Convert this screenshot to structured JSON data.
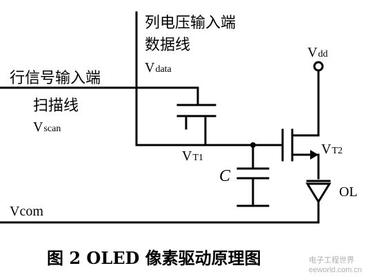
{
  "column_line": {
    "title_line1": "列电压输入端",
    "title_line2": "数据线",
    "v_main": "V",
    "v_sub": "data"
  },
  "row_line": {
    "title_line1": "行信号输入端",
    "title_line2": "扫描线",
    "v_main": "V",
    "v_sub": "scan"
  },
  "vdd": {
    "main": "V",
    "sub": "dd"
  },
  "t1": {
    "main": "V",
    "sub": "T1"
  },
  "t2": {
    "main": "V",
    "sub": "T2"
  },
  "capacitor": {
    "label": "C"
  },
  "oled": {
    "label": "OL"
  },
  "vcom": {
    "label": "Vcom"
  },
  "caption": {
    "text": "图 2  OLED 像素驱动原理图"
  },
  "watermark": {
    "line1": "电子工程世界",
    "line2": "eeworld.com.cn"
  }
}
